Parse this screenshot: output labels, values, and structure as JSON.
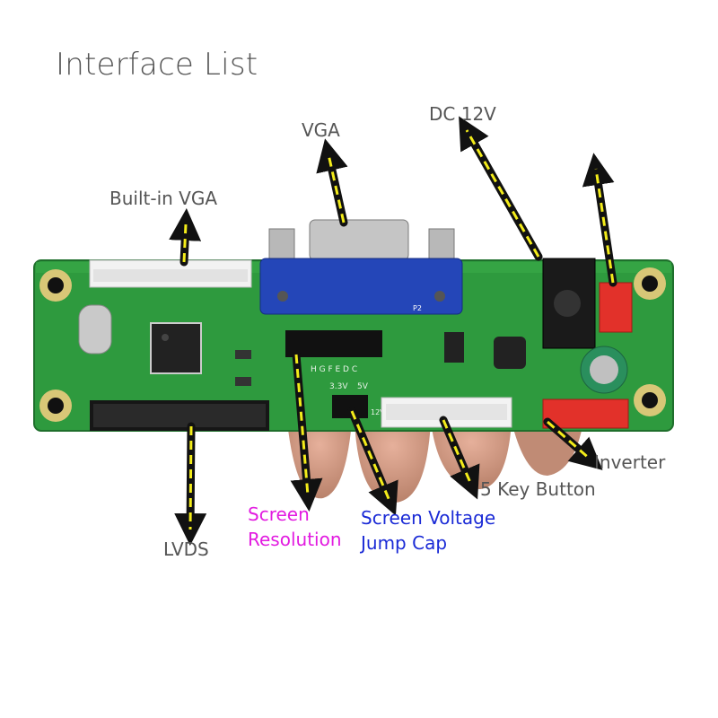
{
  "title": "Interface List",
  "labels": {
    "builtin_vga": "Built-in VGA",
    "vga": "VGA",
    "dc12v": "DC 12V",
    "inverter": "Inverter",
    "key_button": "5 Key Button",
    "lvds": "LVDS",
    "screen_resolution_1": "Screen",
    "screen_resolution_2": "Resolution",
    "screen_voltage_1": "Screen Voltage",
    "screen_voltage_2": "Jump Cap"
  },
  "board_markings": {
    "vga_port": "P2",
    "voltage_5v": "5V",
    "voltage_33v": "3.3V",
    "voltage_12v": "12V",
    "resolution_letters": "H G F E D C"
  },
  "colors": {
    "label_gray": "#555555",
    "label_magenta": "#e21be0",
    "label_blue": "#1a2ad6",
    "arrow_yellow": "#f3ec1a",
    "board_green": "#2e9a3e",
    "vga_blue": "#2446b8"
  }
}
